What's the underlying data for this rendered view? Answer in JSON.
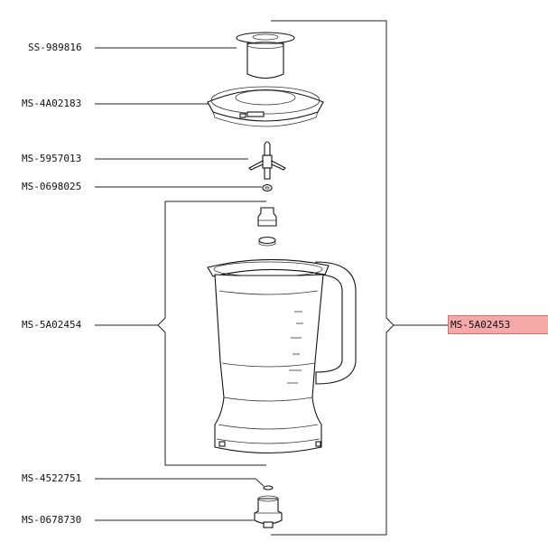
{
  "parts": [
    {
      "id": "lid-cap",
      "code": "SS-989816"
    },
    {
      "id": "lid",
      "code": "MS-4A02183"
    },
    {
      "id": "blade",
      "code": "MS-5957013"
    },
    {
      "id": "seal-ring",
      "code": "MS-0698025"
    },
    {
      "id": "jug-assembly",
      "code": "MS-5A02454"
    },
    {
      "id": "small-seal",
      "code": "MS-4522751"
    },
    {
      "id": "coupling",
      "code": "MS-0678730"
    }
  ],
  "assembly": {
    "code": "MS-5A02453",
    "highlight_color": "#f4a8a8"
  }
}
